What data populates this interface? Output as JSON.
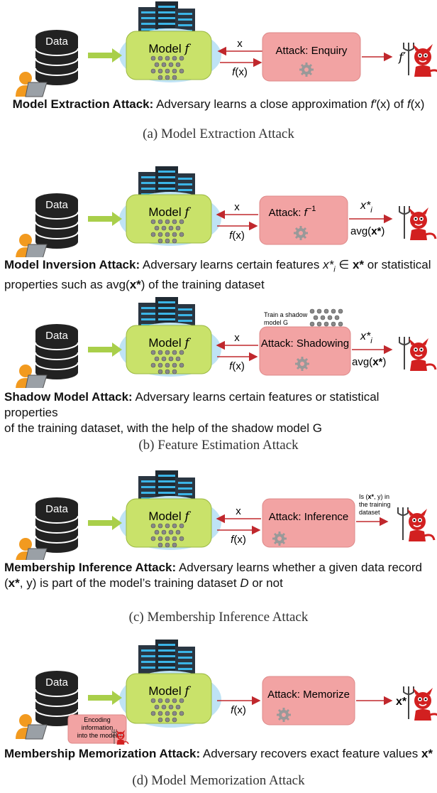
{
  "common": {
    "data_label": "Data",
    "model_label": "Model ",
    "model_var": "f",
    "x_label": "x",
    "fx_f": "f",
    "fx_rest": "(x)"
  },
  "panel_a": {
    "attack_label": "Attack: Enquiry",
    "output_label": "f′",
    "desc_bold": "Model Extraction Attack:",
    "desc_text": " Adversary learns a close approximation ",
    "desc_f1": "f′",
    "desc_mid": "(x) of ",
    "desc_f2": "f",
    "desc_end": "(x)",
    "caption": "(a)  Model Extraction Attack"
  },
  "panel_b1": {
    "attack_label": "Attack: ",
    "attack_f": "f",
    "attack_sup": "−1",
    "out_x": "x*",
    "out_sub": "i",
    "out_avg": "avg(",
    "out_avg_bold": "x*",
    "out_avg_end": ")",
    "desc_bold": "Model Inversion Attack:",
    "desc_text1": " Adversary learns certain features ",
    "desc_xi": "x*",
    "desc_sub": "i",
    "desc_in": " ∈ ",
    "desc_xbold": "x*",
    "desc_text2": " or statistical",
    "desc_line2a": "properties such as avg(",
    "desc_line2b": "x*",
    "desc_line2c": ") of the training dataset"
  },
  "panel_b2": {
    "shadow_note_line1": "Train a shadow",
    "shadow_note_line2": "model G",
    "attack_label": "Attack: Shadowing",
    "out_x": "x*",
    "out_sub": "i",
    "out_avg": "avg(",
    "out_avg_bold": "x*",
    "out_avg_end": ")",
    "desc_bold": "Shadow Model Attack:",
    "desc_text1": " Adversary learns certain features or statistical properties",
    "desc_line2": "of the training dataset, with the help of the shadow model G",
    "caption": "(b)  Feature Estimation Attack"
  },
  "panel_c": {
    "attack_label": "Attack: Inference",
    "out_line1a": "Is (",
    "out_line1b": "x*",
    "out_line1c": ", y) in",
    "out_line2": "the training",
    "out_line3": "dataset",
    "desc_bold": "Membership Inference Attack:",
    "desc_text1": " Adversary learns  whether a given data record",
    "desc_line2a": "(",
    "desc_line2b": "x*",
    "desc_line2c": ", y) is part of the model’s training dataset ",
    "desc_D": "D",
    "desc_line2d": " or not",
    "caption": "(c)  Membership Inference Attack"
  },
  "panel_d": {
    "encode_line1": "Encoding",
    "encode_line2": "information",
    "encode_line3": "into the model",
    "attack_label": "Attack: Memorize",
    "output_label": "x*",
    "desc_bold": "Membership Memorization Attack:",
    "desc_text": " Adversary recovers exact feature values ",
    "desc_x": "x*",
    "caption": "(d)  Model Memorization Attack"
  },
  "colors": {
    "model_fill": "#c9e26a",
    "cloud": "#bfe3f5",
    "attack_fill": "#f2a3a3",
    "arrow_red": "#c0282d",
    "green_arrow": "#a9cf4a",
    "server": "#2a3642",
    "devil": "#d22020"
  }
}
